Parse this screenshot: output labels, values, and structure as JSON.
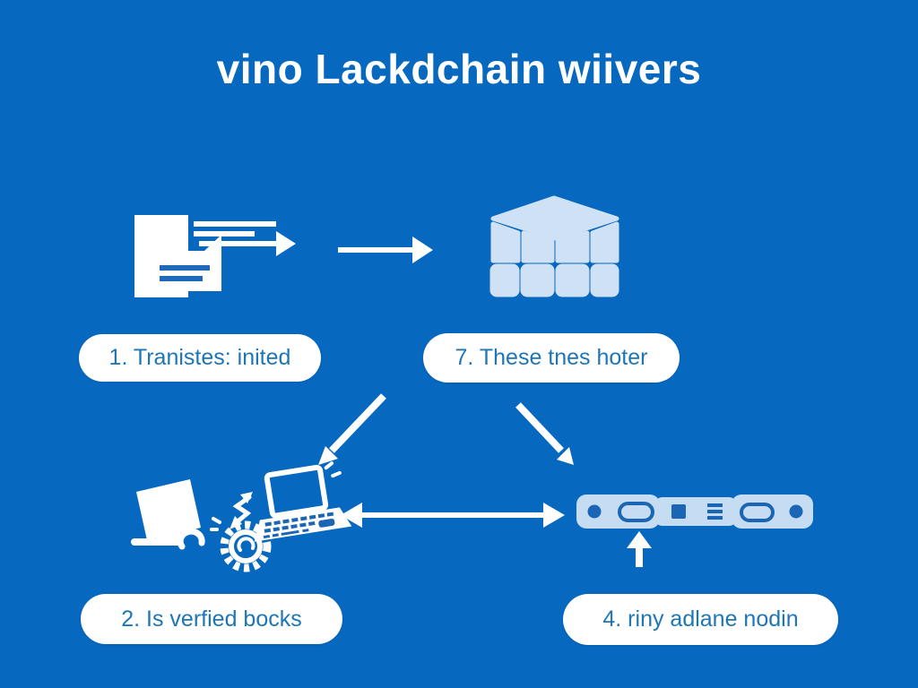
{
  "title": "vino Lackdchain wiivers",
  "labels": [
    {
      "id": "step-1",
      "text": "1. Tranistes: inited"
    },
    {
      "id": "step-7",
      "text": "7. These tnes hoter"
    },
    {
      "id": "step-2",
      "text": "2. Is verfied bocks"
    },
    {
      "id": "step-4",
      "text": "4. riny adlane nodin"
    }
  ],
  "icons": [
    {
      "name": "transaction-document-icon"
    },
    {
      "name": "arrow-right-icon"
    },
    {
      "name": "block-cube-icon"
    },
    {
      "name": "arrow-down-left-icon"
    },
    {
      "name": "arrow-down-right-icon"
    },
    {
      "name": "monitor-icon"
    },
    {
      "name": "squiggle-arrow-icon"
    },
    {
      "name": "gear-icon"
    },
    {
      "name": "laptop-icon"
    },
    {
      "name": "double-headed-arrow-icon"
    },
    {
      "name": "blockchain-node-bar-icon"
    },
    {
      "name": "arrow-up-icon"
    }
  ],
  "connections": [
    {
      "from": "transaction-document",
      "to": "block-cube",
      "style": "arrow-right"
    },
    {
      "from": "step-1-label",
      "to": "verification-cluster",
      "style": "arrow-down-left"
    },
    {
      "from": "step-7-label",
      "to": "node-bar",
      "style": "arrow-down-right"
    },
    {
      "from": "verification-cluster",
      "to": "node-bar",
      "style": "double-arrow"
    },
    {
      "from": "below",
      "to": "node-bar",
      "style": "arrow-up"
    }
  ],
  "colors": {
    "background": "#0768c0",
    "label_background": "#ffffff",
    "label_text": "#1e76b4",
    "icon_primary": "#ffffff",
    "icon_light": "#cfe1f5",
    "icon_accent": "#1b66b4"
  }
}
